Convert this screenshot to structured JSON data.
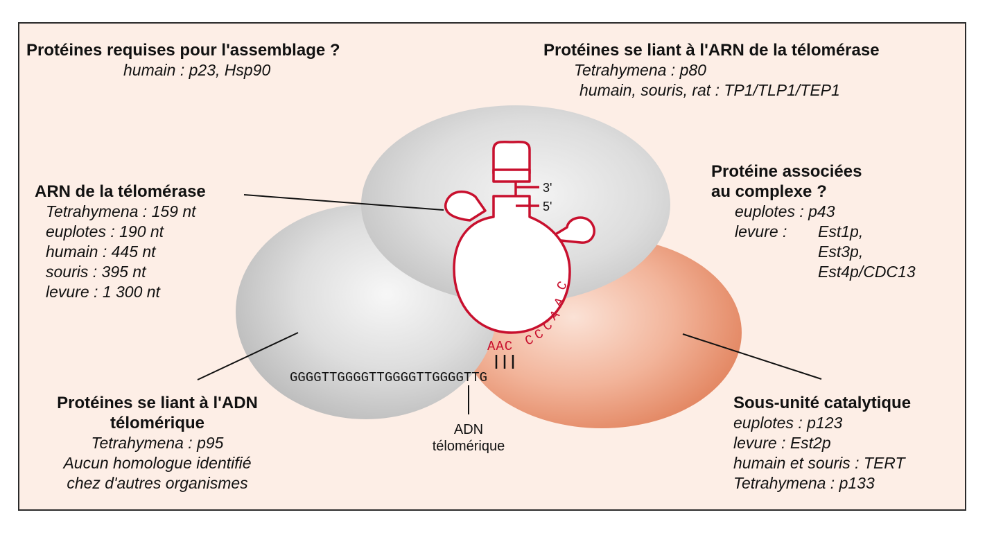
{
  "assembly": {
    "title": "Protéines requises pour l'assemblage ?",
    "line1": "humain : p23, Hsp90"
  },
  "rna_binding": {
    "title": "Protéines se liant à l'ARN de la télomérase",
    "line1": "Tetrahymena : p80",
    "line2": "humain, souris, rat : TP1/TLP1/TEP1"
  },
  "rna": {
    "title": "ARN de la télomérase",
    "items": [
      "Tetrahymena : 159 nt",
      "euplotes : 190 nt",
      "humain : 445 nt",
      "souris : 395 nt",
      "levure : 1 300 nt"
    ]
  },
  "associated": {
    "title_line1": "Protéine associées",
    "title_line2": "au complexe ?",
    "line1": "euplotes : p43",
    "levure_label": "levure :",
    "levure_items": [
      "Est1p,",
      "Est3p,",
      "Est4p/CDC13"
    ]
  },
  "dna_binding": {
    "title_line1": "Protéines se liant à l'ADN",
    "title_line2": "télomérique",
    "line1": "Tetrahymena : p95",
    "line2": "Aucun homologue identifié",
    "line3": "chez d'autres organismes"
  },
  "catalytic": {
    "title": "Sous-unité catalytique",
    "items": [
      "euplotes : p123",
      "levure : Est2p",
      "humain et souris : TERT",
      "Tetrahymena : p133"
    ]
  },
  "dna_label": {
    "line1": "ADN",
    "line2": "télomérique"
  },
  "dna_sequence": "GGGGTTGGGGTTGGGGTTGGGGTTG",
  "rna_template": {
    "letters_paired": "AAC",
    "letters_free": [
      "C",
      "C",
      "C",
      "A",
      "A",
      "C"
    ],
    "pairing_marks": "|||"
  },
  "rna_ends": {
    "three_prime": "3'",
    "five_prime": "5'"
  },
  "colors": {
    "background": "#fdeee6",
    "rna": "#c8102e",
    "protein_gray": "#d8d8d8",
    "catalytic_orange": "#ec9a7c"
  }
}
